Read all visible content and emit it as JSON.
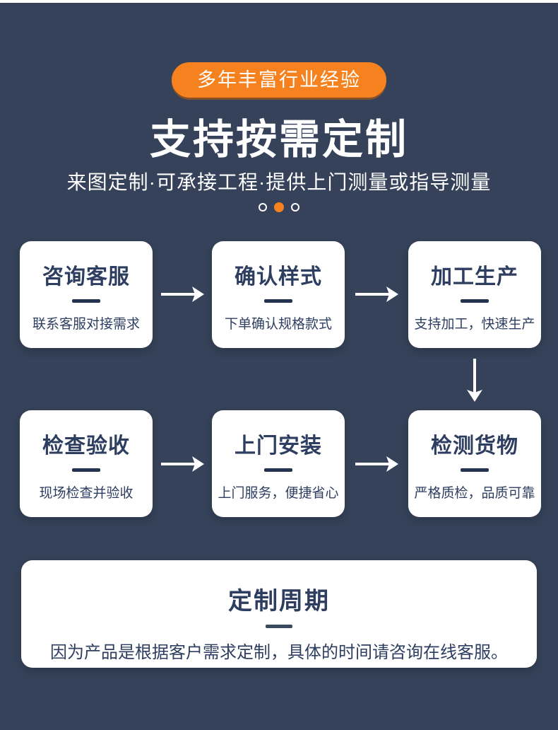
{
  "colors": {
    "background": "#354259",
    "accent_orange": "#f5821f",
    "card_background": "#ffffff",
    "card_text": "#2e3e60",
    "header_text": "#ffffff"
  },
  "header": {
    "badge_label": "多年丰富行业经验",
    "title": "支持按需定制",
    "subtitle": "来图定制·可承接工程·提供上门测量或指导测量"
  },
  "carousel": {
    "dot_count": 3,
    "active_index": 1
  },
  "process_steps": [
    {
      "title": "咨询客服",
      "desc": "联系客服对接需求"
    },
    {
      "title": "确认样式",
      "desc": "下单确认规格款式"
    },
    {
      "title": "加工生产",
      "desc": "支持加工，快速生产"
    },
    {
      "title": "检查验收",
      "desc": "现场检查并验收"
    },
    {
      "title": "上门安装",
      "desc": "上门服务，便捷省心"
    },
    {
      "title": "检测货物",
      "desc": "严格质检，品质可靠"
    }
  ],
  "info_card": {
    "title": "定制周期",
    "desc": "因为产品是根据客户需求定制，具体的时间请咨询在线客服。"
  }
}
